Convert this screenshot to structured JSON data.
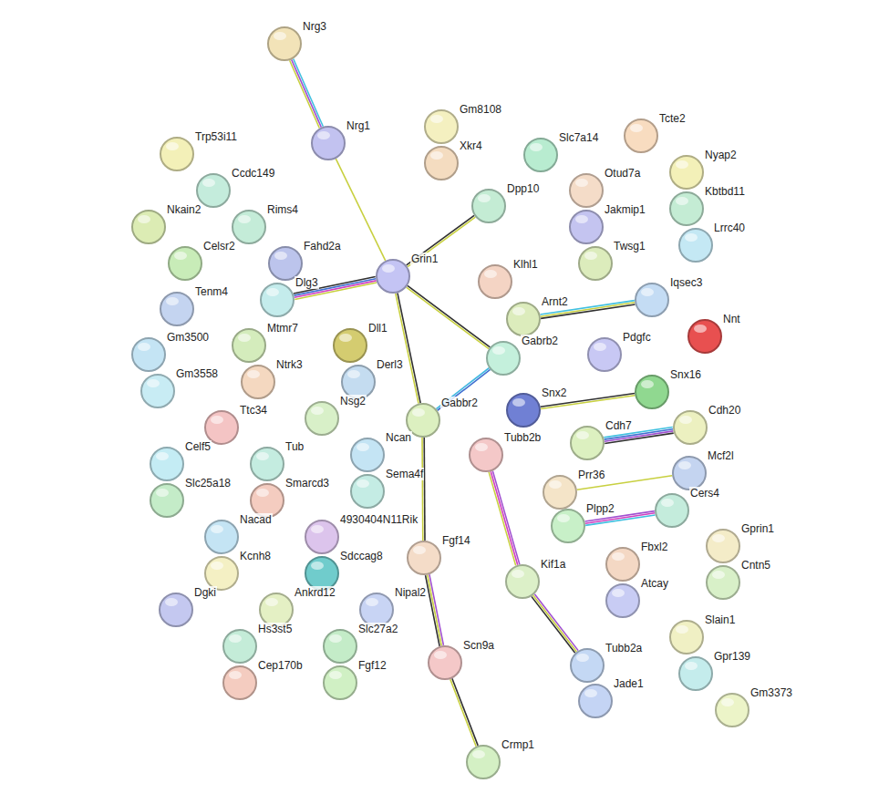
{
  "diagram": {
    "nodes": [
      {
        "text": [
          "Nrg3"
        ]
      },
      {
        "text": [
          "Gm8108"
        ]
      },
      {
        "text": [
          "Tcte2"
        ]
      },
      {
        "text": [
          "Trp53i11"
        ]
      },
      {
        "text": [
          "Nrg1"
        ]
      },
      {
        "text": [
          "Slc7a14"
        ]
      },
      {
        "text": [
          "Nyap2"
        ]
      },
      {
        "text": [
          "Xkr4"
        ]
      },
      {
        "text": [
          "Ccdc149"
        ]
      },
      {
        "text": [
          "Otud7a"
        ]
      },
      {
        "text": [
          "Dpp10"
        ]
      },
      {
        "text": [
          "Kbtbd11"
        ]
      },
      {
        "text": [
          "Nkain2"
        ]
      },
      {
        "text": [
          "Rims4"
        ]
      },
      {
        "text": [
          "Jakmip1"
        ]
      },
      {
        "text": [
          "Lrrc40"
        ]
      },
      {
        "text": [
          "Celsr2"
        ]
      },
      {
        "text": [
          "Fahd2a"
        ]
      },
      {
        "text": [
          "Twsg1"
        ]
      },
      {
        "text": [
          "Grin1"
        ]
      },
      {
        "text": [
          "Klhl1"
        ]
      },
      {
        "text": [
          "Dlg3"
        ]
      },
      {
        "text": [
          "Arnt2"
        ]
      },
      {
        "text": [
          "Iqsec3"
        ]
      },
      {
        "text": [
          "Tenm4"
        ]
      },
      {
        "text": [
          "Nnt"
        ]
      },
      {
        "text": [
          "Mtmr7"
        ]
      },
      {
        "text": [
          "Dll1"
        ]
      },
      {
        "text": [
          "Gm3500"
        ]
      },
      {
        "text": [
          "Pdgfc"
        ]
      },
      {
        "text": [
          "Gabrb2"
        ]
      },
      {
        "text": [
          "Derl3"
        ]
      },
      {
        "text": [
          "Ntrk3"
        ]
      },
      {
        "text": [
          "Gm3558"
        ]
      },
      {
        "text": [
          "Snx16"
        ]
      },
      {
        "text": [
          "Snx2"
        ]
      },
      {
        "text": [
          "Nsg2"
        ]
      },
      {
        "text": [
          "Gabbr2"
        ]
      },
      {
        "text": [
          "Ttc34"
        ]
      },
      {
        "text": [
          "Cdh20"
        ]
      },
      {
        "text": [
          "Cdh7"
        ]
      },
      {
        "text": [
          "Tubb2b"
        ]
      },
      {
        "text": [
          "Ncan"
        ]
      },
      {
        "text": [
          "Celf5"
        ]
      },
      {
        "text": [
          "Tub"
        ]
      },
      {
        "text": [
          "Mcf2l"
        ]
      },
      {
        "text": [
          "Prr36"
        ]
      },
      {
        "text": [
          "Sema4f"
        ]
      },
      {
        "text": [
          "Slc25a18"
        ]
      },
      {
        "text": [
          "Smarcd3"
        ]
      },
      {
        "text": [
          "Cers4"
        ]
      },
      {
        "text": [
          "Plpp2"
        ]
      },
      {
        "text": [
          "Nacad"
        ]
      },
      {
        "text": [
          "4930404N11Rik"
        ]
      },
      {
        "text": [
          "Gprin1"
        ]
      },
      {
        "text": [
          "Fgf14"
        ]
      },
      {
        "text": [
          "Fbxl2"
        ]
      },
      {
        "text": [
          "Kcnh8"
        ]
      },
      {
        "text": [
          "Sdccag8"
        ]
      },
      {
        "text": [
          "Kif1a"
        ]
      },
      {
        "text": [
          "Cntn5"
        ]
      },
      {
        "text": [
          "Atcay"
        ]
      },
      {
        "text": [
          "Dgki"
        ]
      },
      {
        "text": [
          "Ankrd12"
        ]
      },
      {
        "text": [
          "Nipal2"
        ]
      },
      {
        "text": [
          "Slain1"
        ]
      },
      {
        "text": [
          "Hs3st5"
        ]
      },
      {
        "text": [
          "Slc27a2"
        ]
      },
      {
        "text": [
          "Scn9a"
        ]
      },
      {
        "text": [
          "Tubb2a"
        ]
      },
      {
        "text": [
          "Gpr139"
        ]
      },
      {
        "text": [
          "Cep170b"
        ]
      },
      {
        "text": [
          "Fgf12"
        ]
      },
      {
        "text": [
          "Jade1"
        ]
      },
      {
        "text": [
          "Gm3373"
        ]
      },
      {
        "text": [
          "Crmp1"
        ]
      }
    ],
    "edges": [
      {
        "from": 0,
        "to": 4,
        "arrow": "none"
      },
      {
        "from": 4,
        "to": 19,
        "arrow": "none"
      },
      {
        "from": 19,
        "to": 10,
        "arrow": "none"
      },
      {
        "from": 19,
        "to": 21,
        "arrow": "none"
      },
      {
        "from": 19,
        "to": 30,
        "arrow": "none"
      },
      {
        "from": 19,
        "to": 37,
        "arrow": "none"
      },
      {
        "from": 37,
        "to": 30,
        "arrow": "none"
      },
      {
        "from": 37,
        "to": 55,
        "arrow": "none"
      },
      {
        "from": 55,
        "to": 68,
        "arrow": "none"
      },
      {
        "from": 68,
        "to": 75,
        "arrow": "none"
      },
      {
        "from": 41,
        "to": 59,
        "arrow": "none"
      },
      {
        "from": 59,
        "to": 69,
        "arrow": "none"
      },
      {
        "from": 22,
        "to": 23,
        "arrow": "none"
      },
      {
        "from": 35,
        "to": 34,
        "arrow": "none"
      },
      {
        "from": 40,
        "to": 39,
        "arrow": "none"
      },
      {
        "from": 46,
        "to": 45,
        "arrow": "none"
      },
      {
        "from": 51,
        "to": 50,
        "arrow": "none"
      }
    ]
  }
}
